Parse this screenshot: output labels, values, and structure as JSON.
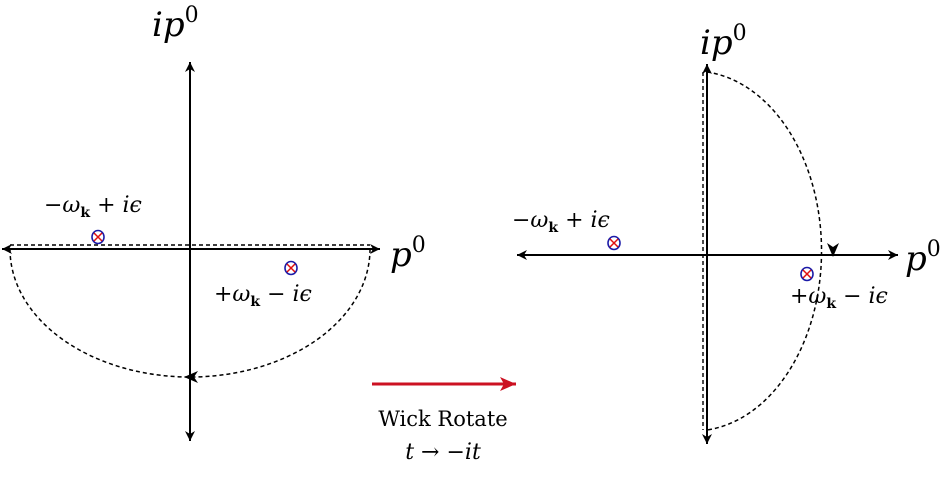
{
  "left_panel": {
    "vertical_axis_label": {
      "base": "ip",
      "sup": "0"
    },
    "horizontal_axis_label": {
      "base": "p",
      "sup": "0"
    },
    "pole_upper_label": {
      "pre": "−ω",
      "sub": "k",
      "post": " + iϵ"
    },
    "pole_lower_label": {
      "pre": "+ω",
      "sub": "k",
      "post": " − iϵ"
    }
  },
  "right_panel": {
    "vertical_axis_label": {
      "base": "ip",
      "sup": "0"
    },
    "horizontal_axis_label": {
      "base": "p",
      "sup": "0"
    },
    "pole_upper_label": {
      "pre": "−ω",
      "sub": "k",
      "post": " + iϵ"
    },
    "pole_lower_label": {
      "pre": "+ω",
      "sub": "k",
      "post": " − iϵ"
    }
  },
  "transition": {
    "caption_line1": "Wick Rotate",
    "caption_line2": {
      "t": "t",
      "arrow": " → ",
      "rhs": "−it"
    }
  },
  "colors": {
    "axis": "#000000",
    "contour": "#000000",
    "pole_ring": "#1a1aa8",
    "pole_cross": "#e01010",
    "rotate_arrow": "#cc1122"
  }
}
